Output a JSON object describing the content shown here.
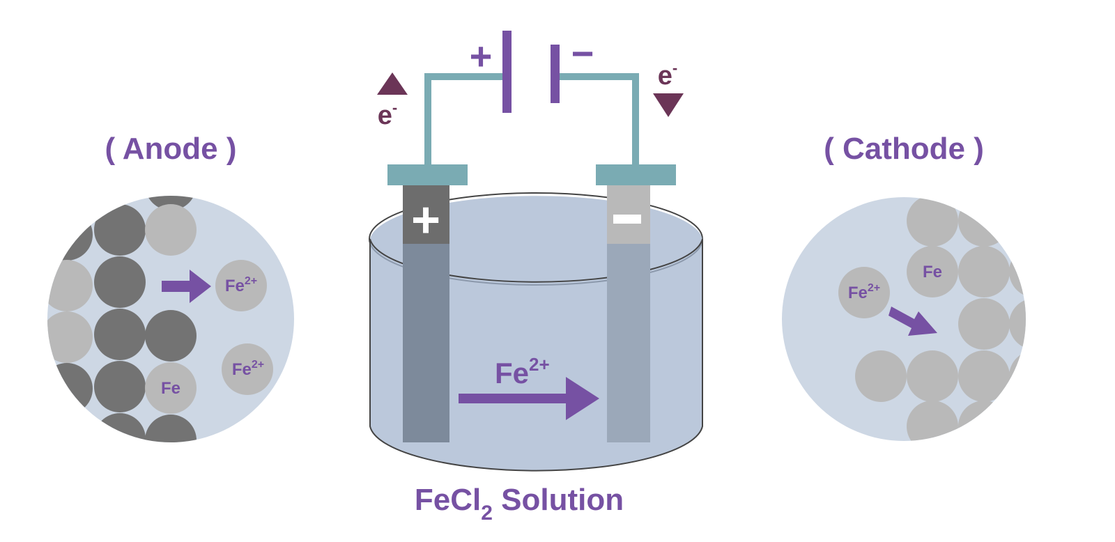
{
  "anode": {
    "label": "( Anode )",
    "ion_label_1": "Fe",
    "ion_charge_1": "2+",
    "ion_label_2": "Fe",
    "ion_charge_2": "2+",
    "atom_label": "Fe"
  },
  "cathode": {
    "label": "( Cathode )",
    "ion_label": "Fe",
    "ion_charge": "2+",
    "atom_label": "Fe"
  },
  "battery": {
    "positive_sign": "+",
    "negative_sign": "−"
  },
  "electrons": {
    "left_label": "e",
    "left_sup": "-",
    "right_label": "e",
    "right_sup": "-"
  },
  "cell": {
    "positive_electrode_sign": "+",
    "negative_electrode_sign": "−",
    "ion_label": "Fe",
    "ion_charge": "2+",
    "solution_prefix": "FeCl",
    "solution_sub": "2",
    "solution_suffix": " Solution"
  },
  "colors": {
    "accent": "#7651a3",
    "electron_arrow": "#6b3557",
    "wire": "#7aabb3",
    "solution": "#a4b6cf",
    "dark_atom": "#737373",
    "light_atom": "#b9b9b9",
    "zoom_bg": "#cdd7e4"
  }
}
